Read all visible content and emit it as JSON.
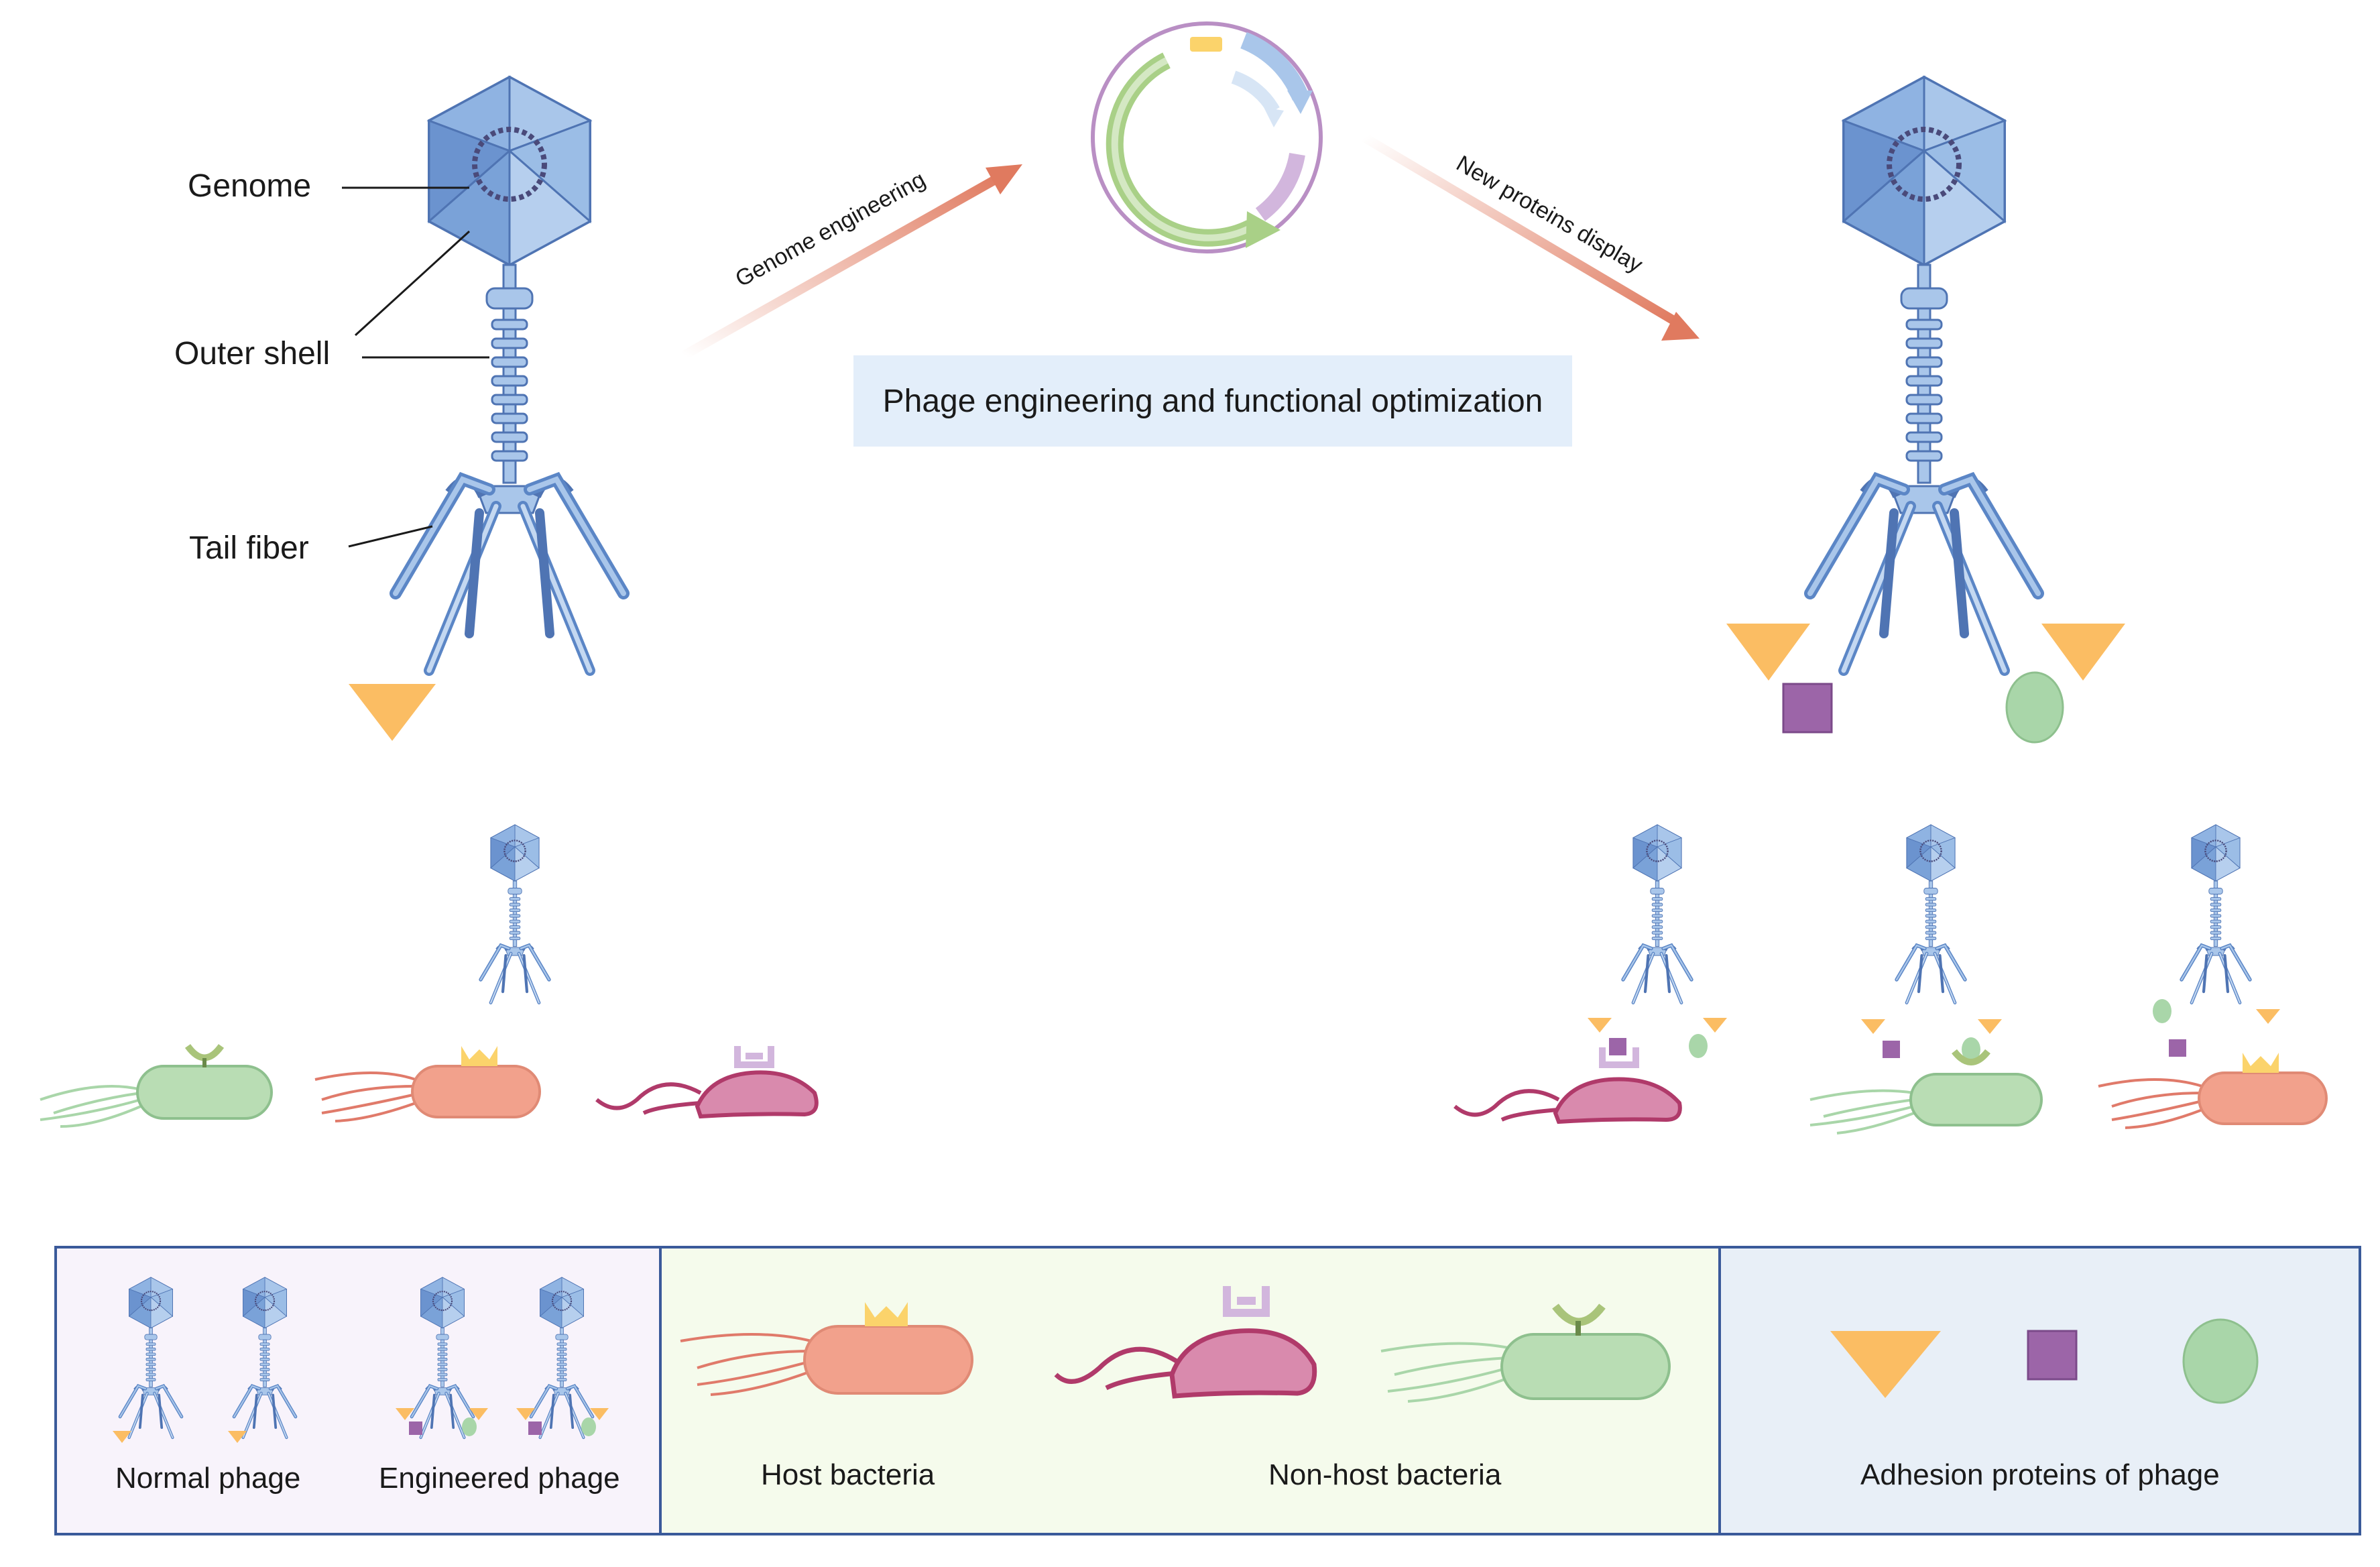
{
  "labels": {
    "genome": "Genome",
    "outer_shell": "Outer shell",
    "tail_fiber": "Tail fiber",
    "genome_engineering": "Genome engineering",
    "new_proteins_display": "New proteins display",
    "center_title": "Phage engineering and functional optimization"
  },
  "legend": {
    "normal_phage": "Normal phage",
    "engineered_phage": "Engineered phage",
    "host_bacteria": "Host bacteria",
    "non_host_bacteria": "Non-host bacteria",
    "adhesion_proteins": "Adhesion proteins of phage"
  },
  "colors": {
    "capsid": "#7fa6d9",
    "tail": "#a9c6ea",
    "tail_dark": "#5b86c6",
    "orange_triangle": "#fbbd63",
    "purple_square": "#9c65a8",
    "green_oval": "#a9d6a9",
    "host_bacteria": "#f2a18c",
    "nonhost_pink": "#d77fa6",
    "nonhost_green": "#a9d6a9",
    "arrow": "#e07a5f",
    "legend_bg1": "#f8f3fb",
    "legend_bg2": "#f5fbec",
    "legend_bg3": "#e8eff7",
    "legend_border": "#3a5a9a"
  }
}
